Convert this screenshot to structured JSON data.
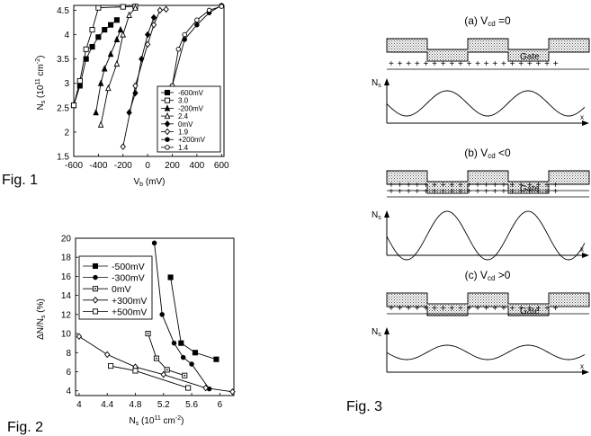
{
  "fig1": {
    "caption": "Fig. 1",
    "xlabel": "V_b (mV)",
    "ylabel": "N_s (10^11 cm^-2)",
    "xticks": [
      "-600",
      "-400",
      "-200",
      "0",
      "200",
      "400",
      "600"
    ],
    "yticks": [
      "1.5",
      "2",
      "2.5",
      "3",
      "3.5",
      "4",
      "4.5"
    ],
    "legend": [
      "-600mV",
      "3.0",
      "-200mV",
      "2.4",
      "0mV",
      "1.9",
      "+200mV",
      "1.4"
    ]
  },
  "fig2": {
    "caption": "Fig. 2",
    "xlabel": "N_s (10^11 cm^-2)",
    "ylabel": "ΔN/N_s (%)",
    "xticks": [
      "4",
      "4.4",
      "4.8",
      "5.2",
      "5.6",
      "6"
    ],
    "yticks": [
      "4",
      "6",
      "8",
      "10",
      "12",
      "14",
      "16",
      "18",
      "20"
    ],
    "legend": [
      "-500mV",
      "-300mV",
      "0mV",
      "+300mV",
      "+500mV"
    ]
  },
  "fig3": {
    "caption": "Fig. 3",
    "panels": [
      {
        "title": "(a)  V_cd =0",
        "gate": "Gate"
      },
      {
        "title": "(b)  V_cd <0",
        "gate": "Gate"
      },
      {
        "title": "(c)  V_cd >0",
        "gate": "Gate"
      }
    ],
    "ylabel": "N_s",
    "xlabel": "x"
  },
  "chart_data": [
    {
      "type": "line",
      "xlabel": "V_b (mV)",
      "ylabel": "N_s (10^11 cm^-2)",
      "xlim": [
        -600,
        620
      ],
      "ylim": [
        1.5,
        4.6
      ],
      "series": [
        {
          "name": "-600mV",
          "marker": "filled-square",
          "x": [
            -600,
            -550,
            -500,
            -450,
            -400,
            -350,
            -300,
            -250
          ],
          "y": [
            2.55,
            2.95,
            3.5,
            3.75,
            3.95,
            4.1,
            4.2,
            4.3
          ]
        },
        {
          "name": "3.0",
          "marker": "open-square",
          "x": [
            -600,
            -550,
            -500,
            -450,
            -400,
            -200,
            -100
          ],
          "y": [
            2.55,
            3.05,
            3.7,
            4.1,
            4.55,
            4.57,
            4.58
          ]
        },
        {
          "name": "-200mV",
          "marker": "filled-triangle",
          "x": [
            -420,
            -380,
            -350,
            -300,
            -250,
            -220
          ],
          "y": [
            2.4,
            3.0,
            3.3,
            3.6,
            3.9,
            4.1
          ]
        },
        {
          "name": "2.4",
          "marker": "open-triangle",
          "x": [
            -380,
            -320,
            -250,
            -200,
            -150,
            -100
          ],
          "y": [
            2.15,
            2.9,
            3.4,
            4.0,
            4.4,
            4.55
          ]
        },
        {
          "name": "0mV",
          "marker": "filled-diamond",
          "x": [
            -150,
            -100,
            -50,
            0,
            50
          ],
          "y": [
            2.4,
            2.8,
            3.5,
            4.0,
            4.35
          ]
        },
        {
          "name": "1.9",
          "marker": "open-diamond",
          "x": [
            -200,
            -100,
            0,
            50,
            100,
            150
          ],
          "y": [
            1.7,
            2.95,
            3.8,
            4.2,
            4.5,
            4.52
          ]
        },
        {
          "name": "+200mV",
          "marker": "filled-circle",
          "x": [
            200,
            300,
            400,
            500,
            600
          ],
          "y": [
            2.95,
            3.9,
            4.2,
            4.45,
            4.6
          ]
        },
        {
          "name": "1.4",
          "marker": "open-circle",
          "x": [
            200,
            250,
            300,
            400,
            500,
            600
          ],
          "y": [
            2.95,
            3.7,
            4.0,
            4.3,
            4.5,
            4.58
          ]
        }
      ]
    },
    {
      "type": "line",
      "xlabel": "N_s (10^11 cm^-2)",
      "ylabel": "ΔN/N_s (%)",
      "xlim": [
        3.95,
        6.2
      ],
      "ylim": [
        3.5,
        20
      ],
      "series": [
        {
          "name": "-500mV",
          "marker": "filled-square",
          "x": [
            5.3,
            5.45,
            5.65,
            5.95
          ],
          "y": [
            15.9,
            9.0,
            8.0,
            7.3
          ]
        },
        {
          "name": "-300mV",
          "marker": "filled-circle",
          "x": [
            5.07,
            5.18,
            5.35,
            5.48,
            5.6,
            5.85
          ],
          "y": [
            19.5,
            12.0,
            9.0,
            7.5,
            6.8,
            4.2
          ]
        },
        {
          "name": "0mV",
          "marker": "open-square-dot",
          "x": [
            4.98,
            5.1,
            5.25,
            5.5
          ],
          "y": [
            10.0,
            7.4,
            6.2,
            5.6
          ]
        },
        {
          "name": "+300mV",
          "marker": "open-diamond",
          "x": [
            4.0,
            4.4,
            4.8,
            5.2,
            5.8,
            6.18
          ],
          "y": [
            9.7,
            7.8,
            6.5,
            5.7,
            4.3,
            3.9
          ]
        },
        {
          "name": "+500mV",
          "marker": "open-square",
          "x": [
            4.45,
            4.8,
            5.55
          ],
          "y": [
            6.6,
            6.1,
            4.3
          ]
        }
      ]
    }
  ]
}
